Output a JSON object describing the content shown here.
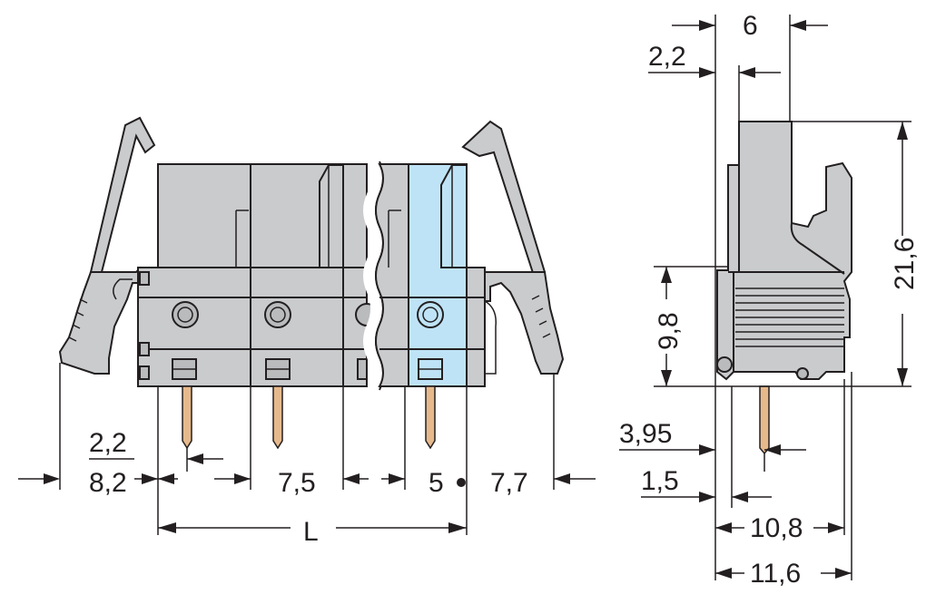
{
  "front_view": {
    "dims": {
      "pitch_pin_offset": "2,2",
      "edge_to_pin": "8,2",
      "pitch": "7,5",
      "pitch_alt": "5",
      "end_offset": "7,7",
      "length": "L"
    }
  },
  "side_view": {
    "dims": {
      "top_width": "6",
      "top_offset": "2,2",
      "height": "21,6",
      "body_height": "9,8",
      "pin_offset": "3,95",
      "pin_offset_small": "1,5",
      "base_width": "10,8",
      "total_width": "11,6"
    }
  },
  "colors": {
    "housing": "#c9cbcd",
    "highlight_pole": "#bfe3f6",
    "pin": "#e6b98c",
    "line": "#231f20"
  }
}
